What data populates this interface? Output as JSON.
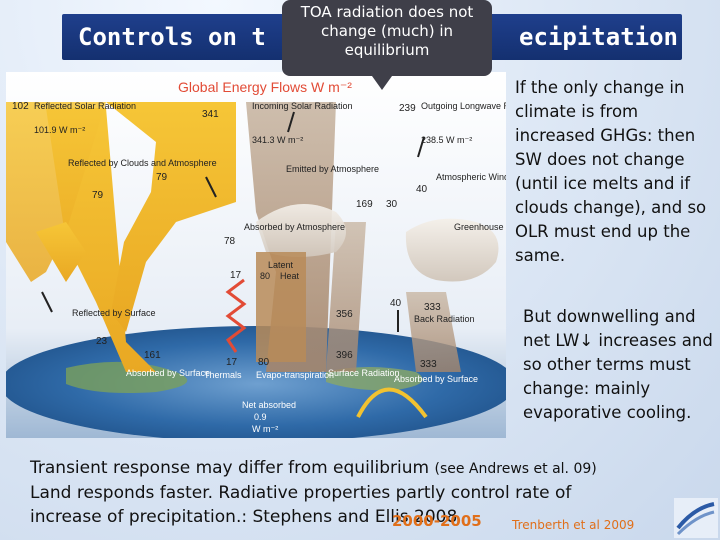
{
  "slide": {
    "title_left": "Controls on t",
    "title_right": "ecipitation",
    "callout": "TOA radiation does not change (much) in equilibrium",
    "side_text_1": "If the only change in climate is from increased GHGs: then SW does not change (until ice melts and if clouds change), and so OLR must end up the same.",
    "side_text_2": "But downwelling and net LW↓ increases and so other terms must change: mainly evaporative cooling.",
    "bottom_line_1a": "Transient response may differ from equilibrium ",
    "bottom_line_1b": "(see Andrews et al. 09)",
    "bottom_line_2": "Land responds faster.   Radiative properties partly control rate of",
    "bottom_line_3": "increase of precipitation.: Stephens and Ellis 2008",
    "source_years": "2000-2005",
    "source_ref": "Trenberth et al 2009"
  },
  "figure": {
    "title": "Global Energy Flows  W m⁻²",
    "labels": {
      "reflected_solar_value": "102",
      "reflected_solar": "Reflected Solar Radiation",
      "reflected_solar_unit": "101.9 W m⁻²",
      "incoming_value": "341",
      "incoming": "Incoming Solar Radiation",
      "incoming_unit": "341.3 W m⁻²",
      "outgoing_value": "239",
      "outgoing": "Outgoing Longwave Radiation",
      "outgoing_unit": "238.5 W m⁻²",
      "reflected_clouds": "Reflected by Clouds and Atmosphere",
      "reflected_clouds_value": "79",
      "reflected_clouds_value2": "79",
      "emitted_atm": "Emitted by Atmosphere",
      "emitted_value": "169",
      "window_value": "40",
      "atm_window": "Atmospheric Window",
      "thirty": "30",
      "absorbed_atm_value": "78",
      "absorbed_atm": "Absorbed by Atmosphere",
      "greenhouse": "Greenhouse Gases",
      "latent": "Latent",
      "latent_value": "80",
      "heat": "Heat",
      "seventeen": "17",
      "reflected_surface": "Reflected by Surface",
      "reflected_surface_value": "23",
      "value_356": "356",
      "value_40b": "40",
      "back_value": "333",
      "back": "Back Radiation",
      "value_161": "161",
      "value_17b": "17",
      "value_80b": "80",
      "value_396": "396",
      "value_333b": "333",
      "absorbed_surface": "Absorbed by Surface",
      "thermals": "Thermals",
      "evapo": "Evapo-transpiration",
      "surface_rad": "Surface Radiation",
      "absorbed_surf2": "Absorbed by Surface",
      "net_absorbed": "Net absorbed",
      "net_value": "0.9",
      "net_unit": "W m⁻²"
    }
  }
}
